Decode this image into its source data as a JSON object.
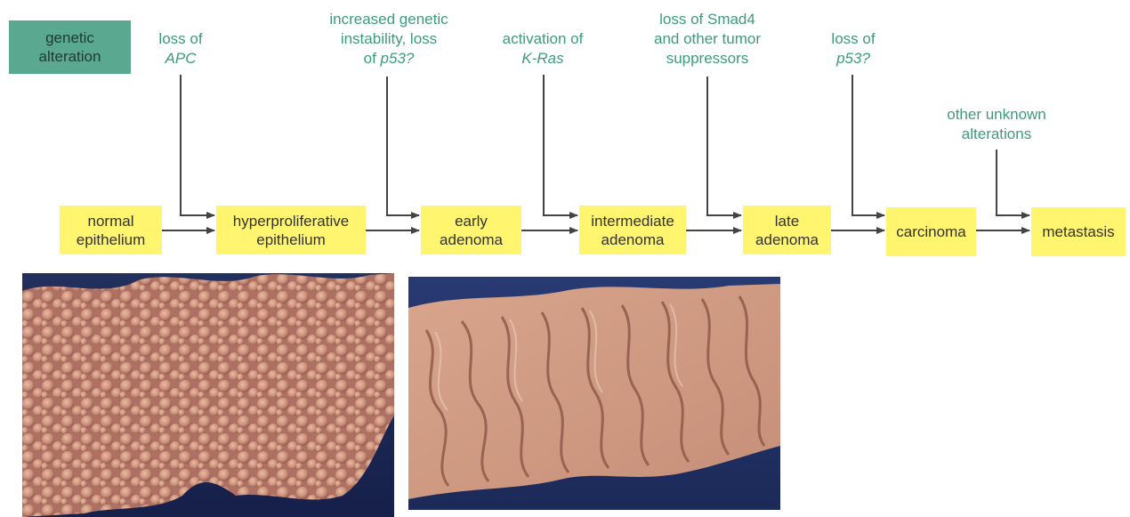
{
  "legend": {
    "line1": "genetic",
    "line2": "alteration"
  },
  "alterations": [
    {
      "lines": [
        "loss of",
        "APC"
      ],
      "italic": [
        false,
        true
      ]
    },
    {
      "lines": [
        "increased genetic",
        "instability, loss",
        "of p53?"
      ],
      "italic": [
        false,
        false,
        false
      ]
    },
    {
      "lines": [
        "activation of",
        "K-Ras"
      ],
      "italic": [
        false,
        true
      ]
    },
    {
      "lines": [
        "loss of Smad4",
        "and other tumor",
        "suppressors"
      ],
      "italic": [
        false,
        false,
        false
      ]
    },
    {
      "lines": [
        "loss of",
        "p53?"
      ],
      "italic": [
        false,
        true
      ]
    },
    {
      "lines": [
        "other unknown",
        "alterations"
      ],
      "italic": [
        false,
        false
      ]
    }
  ],
  "stages": [
    {
      "lines": [
        "normal",
        "epithelium"
      ]
    },
    {
      "lines": [
        "hyperproliferative",
        "epithelium"
      ]
    },
    {
      "lines": [
        "early",
        "adenoma"
      ]
    },
    {
      "lines": [
        "intermediate",
        "adenoma"
      ]
    },
    {
      "lines": [
        "late",
        "adenoma"
      ]
    },
    {
      "lines": [
        "carcinoma"
      ]
    },
    {
      "lines": [
        "metastasis"
      ]
    }
  ],
  "colors": {
    "alteration_text": "#3e9b79",
    "legend_bg": "#5aa88f",
    "stage_bg": "#fff56e",
    "arrow": "#444444"
  },
  "photos": [
    {
      "name": "polyposis-colon-photo"
    },
    {
      "name": "colon-mucosa-folds-photo"
    }
  ]
}
